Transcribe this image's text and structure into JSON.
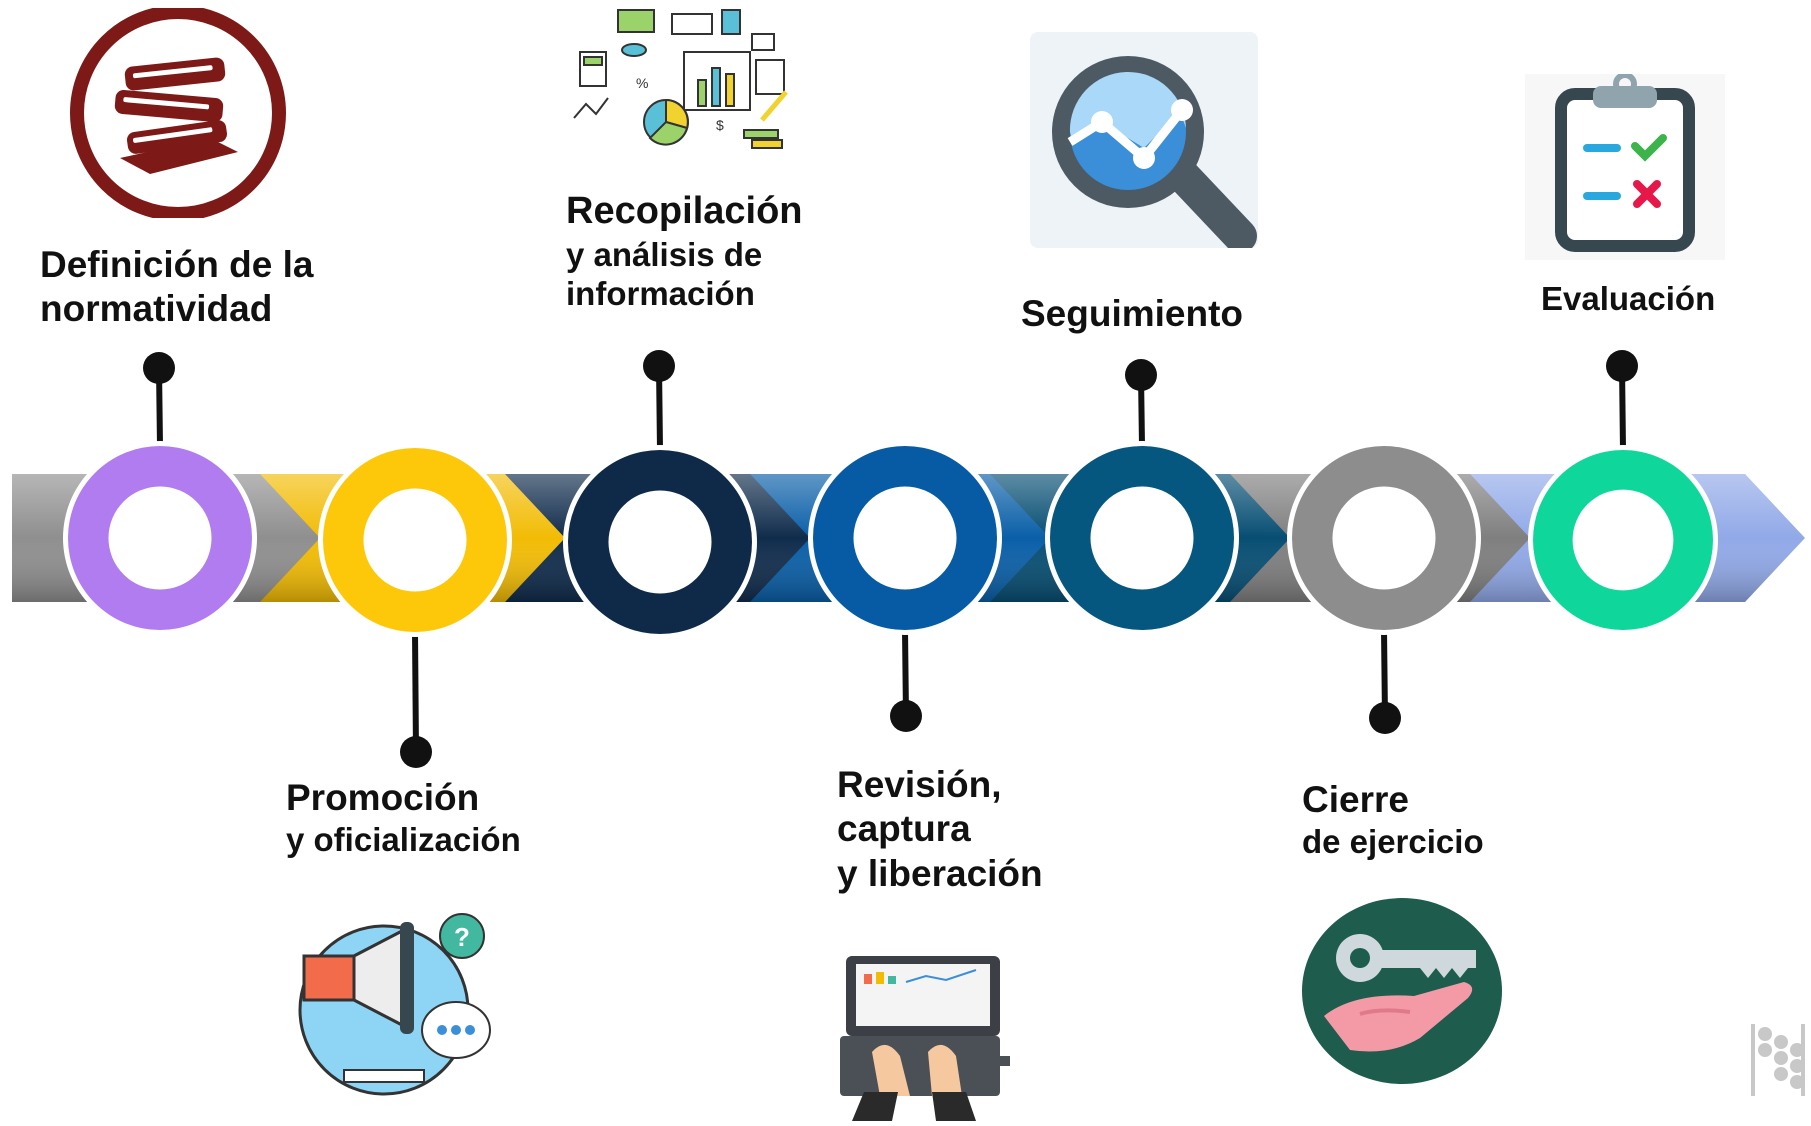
{
  "steps": [
    {
      "lines": [
        "Definición de la",
        "normatividad"
      ],
      "color": "#B07CF0",
      "icon": "books-icon"
    },
    {
      "lines": [
        "Promoción",
        "y oficialización"
      ],
      "color": "#FDC70A",
      "icon": "megaphone-icon"
    },
    {
      "lines": [
        "Recopilación",
        "y análisis de",
        "información"
      ],
      "color": "#0F2A48",
      "icon": "data-analysis-icon"
    },
    {
      "lines": [
        "Revisión,",
        "captura",
        "y liberación"
      ],
      "color": "#075BA4",
      "icon": "laptop-typing-icon"
    },
    {
      "lines": [
        "Seguimiento"
      ],
      "color": "#065780",
      "icon": "magnifier-chart-icon"
    },
    {
      "lines": [
        "Cierre",
        "de ejercicio"
      ],
      "color": "#8D8D8D",
      "icon": "key-in-hand-icon"
    },
    {
      "lines": [
        "Evaluación"
      ],
      "color": "#0FD69A",
      "icon": "clipboard-checklist-icon"
    }
  ],
  "arrow_colors": [
    "#8F8F8F",
    "#F2BC05",
    "#102C4C",
    "#0A5FA8",
    "#074E73",
    "#7F7F7F",
    "#91A9E8"
  ],
  "logo": "corner-logo"
}
